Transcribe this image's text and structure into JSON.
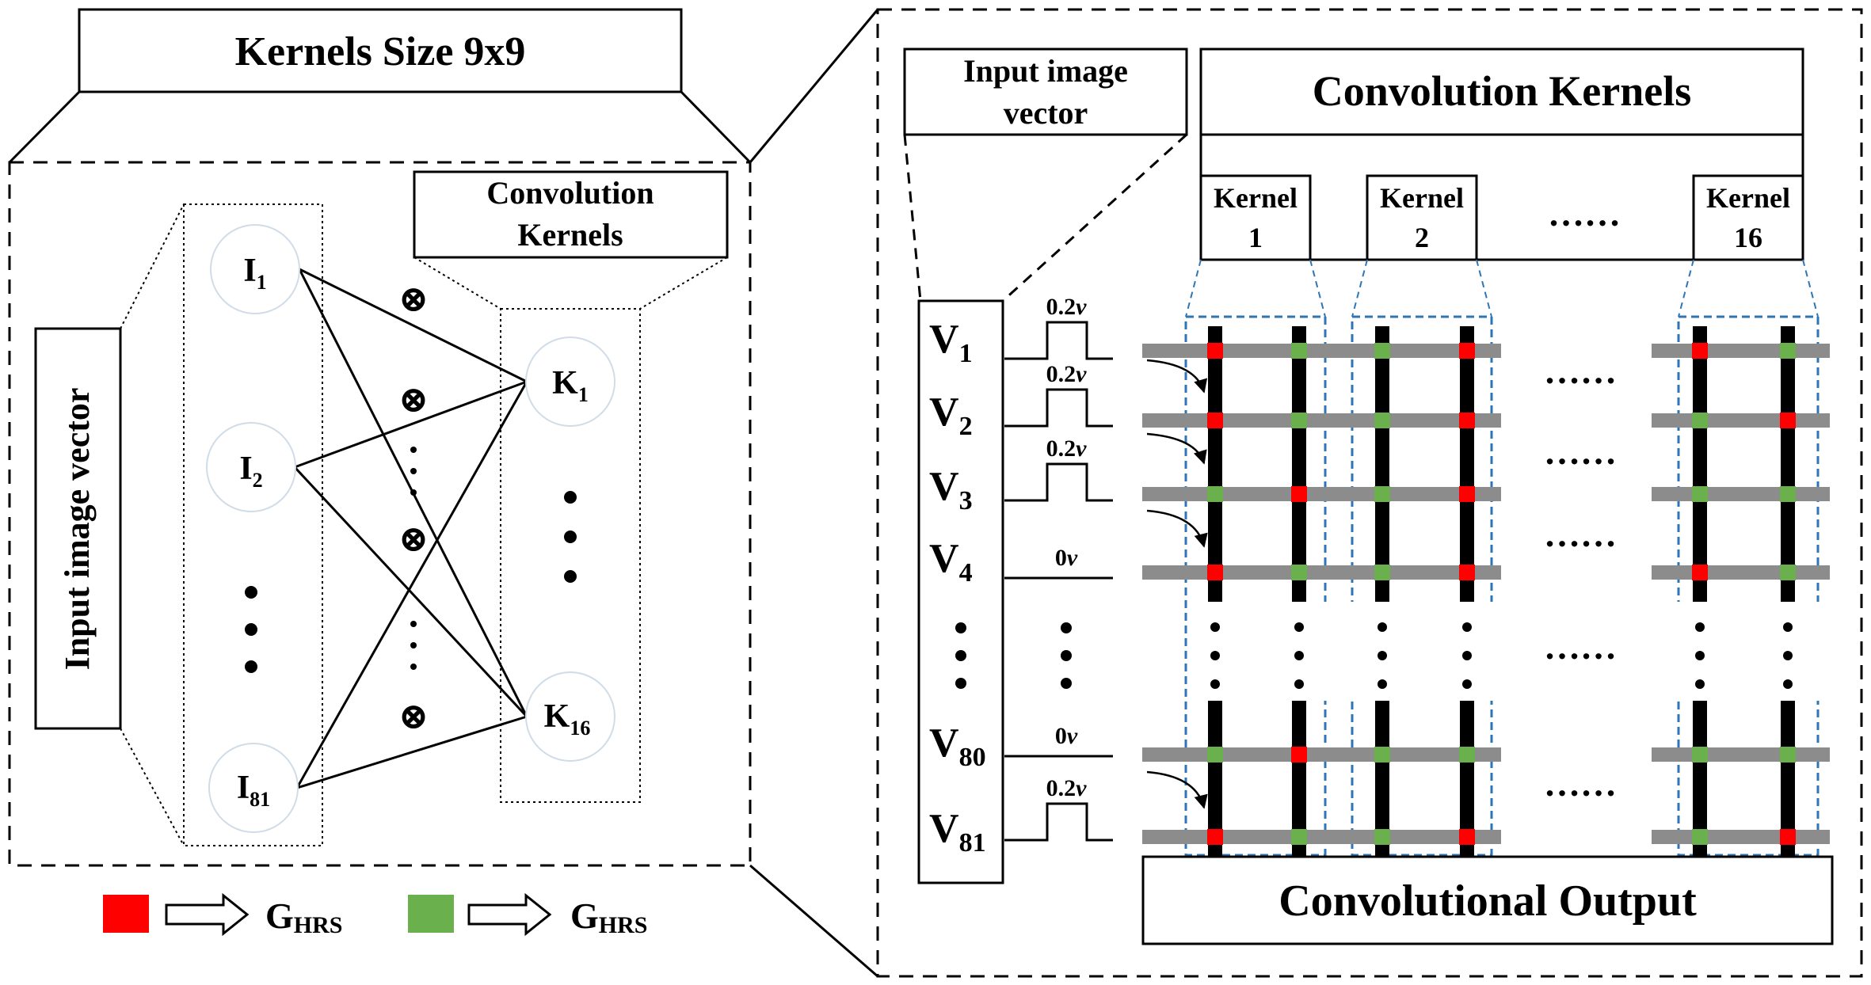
{
  "left_panel": {
    "title": "Kernels Size 9x9",
    "input_label": "Input image vector",
    "kernels_label_line1": "Convolution",
    "kernels_label_line2": "Kernels",
    "inputs": [
      {
        "base": "I",
        "sub": "1"
      },
      {
        "base": "I",
        "sub": "2"
      },
      {
        "base": "I",
        "sub": "81"
      }
    ],
    "kernels": [
      {
        "base": "K",
        "sub": "1"
      },
      {
        "base": "K",
        "sub": "16"
      }
    ],
    "multiply_symbol": "⊗"
  },
  "legend": {
    "items": [
      {
        "color": "#ff0000",
        "label_base": "G",
        "label_sub": "HRS"
      },
      {
        "color": "#6ab04c",
        "label_base": "G",
        "label_sub": "HRS"
      }
    ]
  },
  "right_panel": {
    "input_box_line1": "Input image",
    "input_box_line2": "vector",
    "kernels_title": "Convolution Kernels",
    "kernels": [
      {
        "line1": "Kernel",
        "line2": "1"
      },
      {
        "line1": "Kernel",
        "line2": "2"
      },
      {
        "line1": "Kernel",
        "line2": "16"
      }
    ],
    "kernel_ellipsis": "……",
    "voltages": [
      {
        "base": "V",
        "sub": "1",
        "pulse": "0.2",
        "unit": "v",
        "high": true
      },
      {
        "base": "V",
        "sub": "2",
        "pulse": "0.2",
        "unit": "v",
        "high": true
      },
      {
        "base": "V",
        "sub": "3",
        "pulse": "0.2",
        "unit": "v",
        "high": true
      },
      {
        "base": "V",
        "sub": "4",
        "pulse": "0",
        "unit": "v",
        "high": false
      },
      {
        "base": "V",
        "sub": "80",
        "pulse": "0",
        "unit": "v",
        "high": false
      },
      {
        "base": "V",
        "sub": "81",
        "pulse": "0.2",
        "unit": "v",
        "high": true
      }
    ],
    "output_label": "Convolutional Output"
  },
  "colors": {
    "red_cell": "#ff0000",
    "green_cell": "#6ab04c",
    "row_line": "#8c8c8c",
    "column_line": "#000000",
    "kernel_group_border": "#2e75b6"
  },
  "crossbar_pattern": [
    [
      "red",
      "green",
      "green",
      "red",
      "red",
      "green"
    ],
    [
      "red",
      "green",
      "green",
      "red",
      "green",
      "red"
    ],
    [
      "green",
      "red",
      "green",
      "red",
      "green",
      "green"
    ],
    [
      "red",
      "green",
      "green",
      "red",
      "red",
      "green"
    ],
    [
      "green",
      "red",
      "green",
      "green",
      "green",
      "green"
    ],
    [
      "red",
      "green",
      "green",
      "red",
      "green",
      "red"
    ]
  ]
}
